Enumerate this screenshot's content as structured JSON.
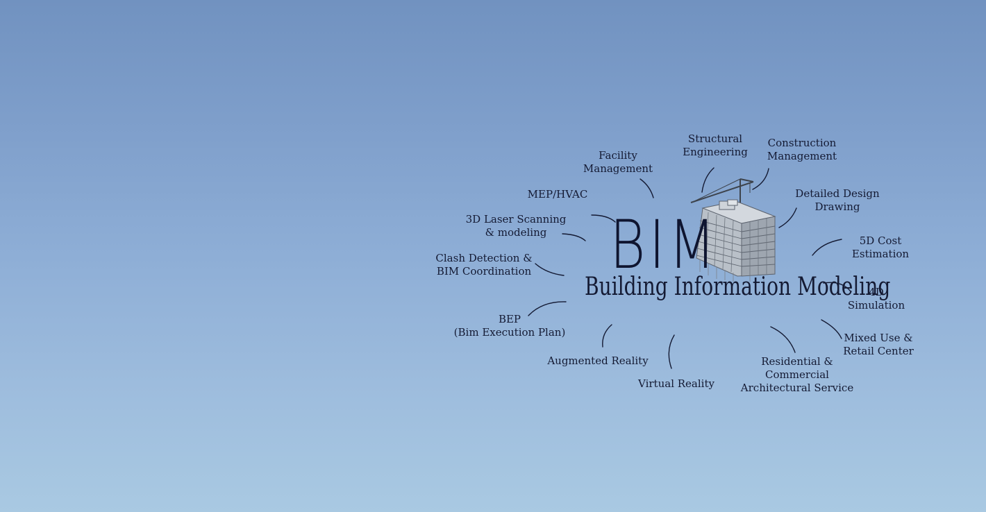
{
  "center": {
    "title": "BIM",
    "subtitle": "Building Information Modeling"
  },
  "nodes": {
    "facility": [
      "Facility",
      "Management"
    ],
    "structural": [
      "Structural",
      "Engineering"
    ],
    "construction": [
      "Construction",
      "Management"
    ],
    "mep": [
      "MEP/HVAC"
    ],
    "detailed_design": [
      "Detailed Design",
      "Drawing"
    ],
    "laser_scanning": [
      "3D Laser Scanning",
      "& modeling"
    ],
    "cost_estimation": [
      "5D Cost",
      "Estimation"
    ],
    "clash_detection": [
      "Clash Detection &",
      "BIM Coordination"
    ],
    "simulation_4d": [
      "4D",
      "Simulation"
    ],
    "bep": [
      "BEP",
      "(Bim Execution Plan)"
    ],
    "mixed_use": [
      "Mixed Use &",
      "Retail Center"
    ],
    "augmented_reality": [
      "Augmented Reality"
    ],
    "virtual_reality": [
      "Virtual Reality"
    ],
    "residential": [
      "Residential &",
      "Commercial",
      "Architectural Service"
    ]
  },
  "colors": {
    "ink": "#141a33",
    "building": "#b9c0c8",
    "sky_top": "#7192c0",
    "sky_bottom": "#a9c9e2"
  },
  "icons": {
    "building": "building-under-construction-icon",
    "crane": "tower-crane-icon"
  }
}
